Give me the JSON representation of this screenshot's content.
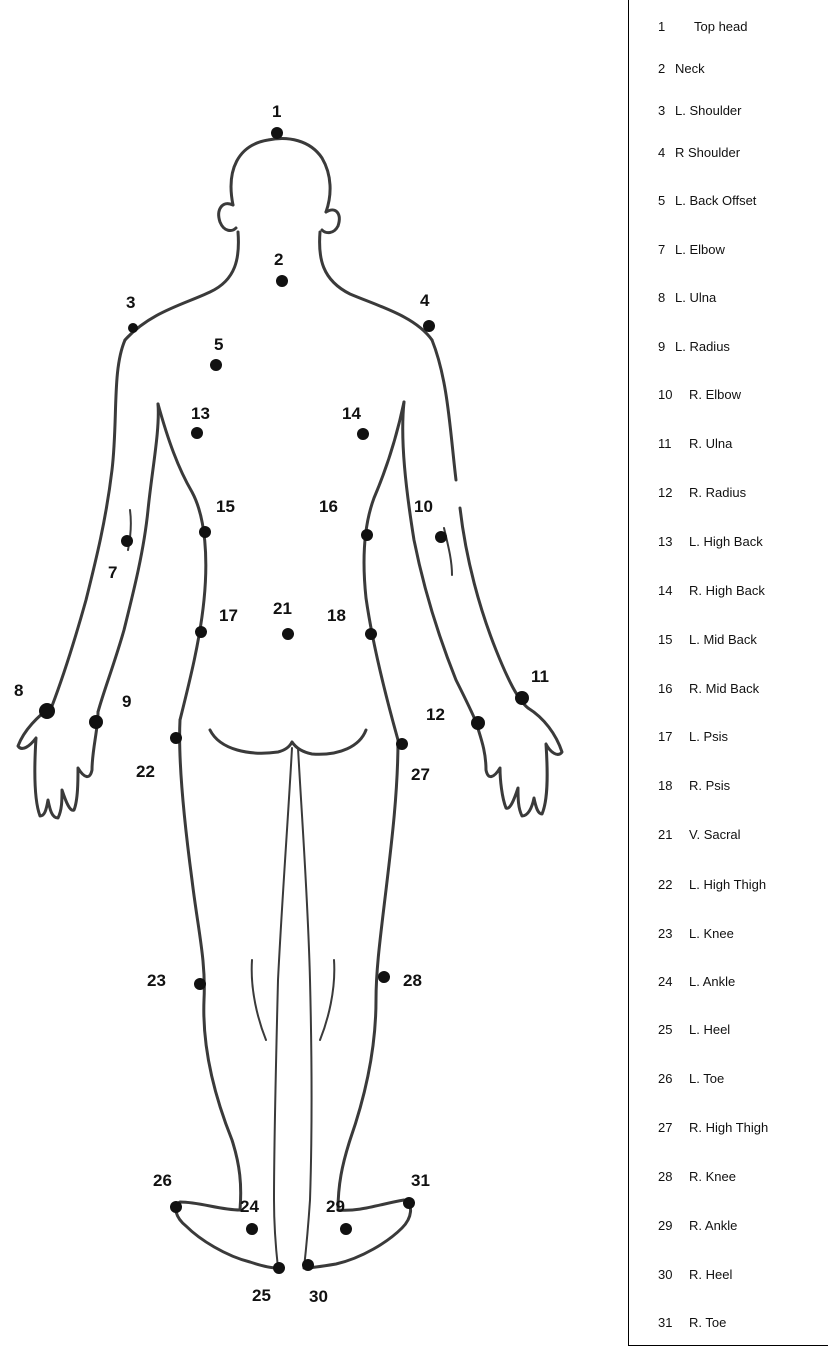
{
  "markers": [
    {
      "number": "1",
      "label": "Top head"
    },
    {
      "number": "2",
      "label": "Neck"
    },
    {
      "number": "3",
      "label": "L. Shoulder"
    },
    {
      "number": "4",
      "label": "R Shoulder"
    },
    {
      "number": "5",
      "label": "L. Back Offset"
    },
    {
      "number": "7",
      "label": "L. Elbow"
    },
    {
      "number": "8",
      "label": "L. Ulna"
    },
    {
      "number": "9",
      "label": "L. Radius"
    },
    {
      "number": "10",
      "label": "R. Elbow"
    },
    {
      "number": "11",
      "label": "R. Ulna"
    },
    {
      "number": "12",
      "label": "R. Radius"
    },
    {
      "number": "13",
      "label": "L. High Back"
    },
    {
      "number": "14",
      "label": "R. High Back"
    },
    {
      "number": "15",
      "label": "L. Mid Back"
    },
    {
      "number": "16",
      "label": "R. Mid Back"
    },
    {
      "number": "17",
      "label": "L. Psis"
    },
    {
      "number": "18",
      "label": "R. Psis"
    },
    {
      "number": "21",
      "label": "V. Sacral"
    },
    {
      "number": "22",
      "label": "L. High Thigh"
    },
    {
      "number": "23",
      "label": "L. Knee"
    },
    {
      "number": "24",
      "label": "L. Ankle"
    },
    {
      "number": "25",
      "label": "L. Heel"
    },
    {
      "number": "26",
      "label": "L. Toe"
    },
    {
      "number": "27",
      "label": "R. High Thigh"
    },
    {
      "number": "28",
      "label": "R. Knee"
    },
    {
      "number": "29",
      "label": "R. Ankle"
    },
    {
      "number": "30",
      "label": "R. Heel"
    },
    {
      "number": "31",
      "label": "R. Toe"
    }
  ]
}
